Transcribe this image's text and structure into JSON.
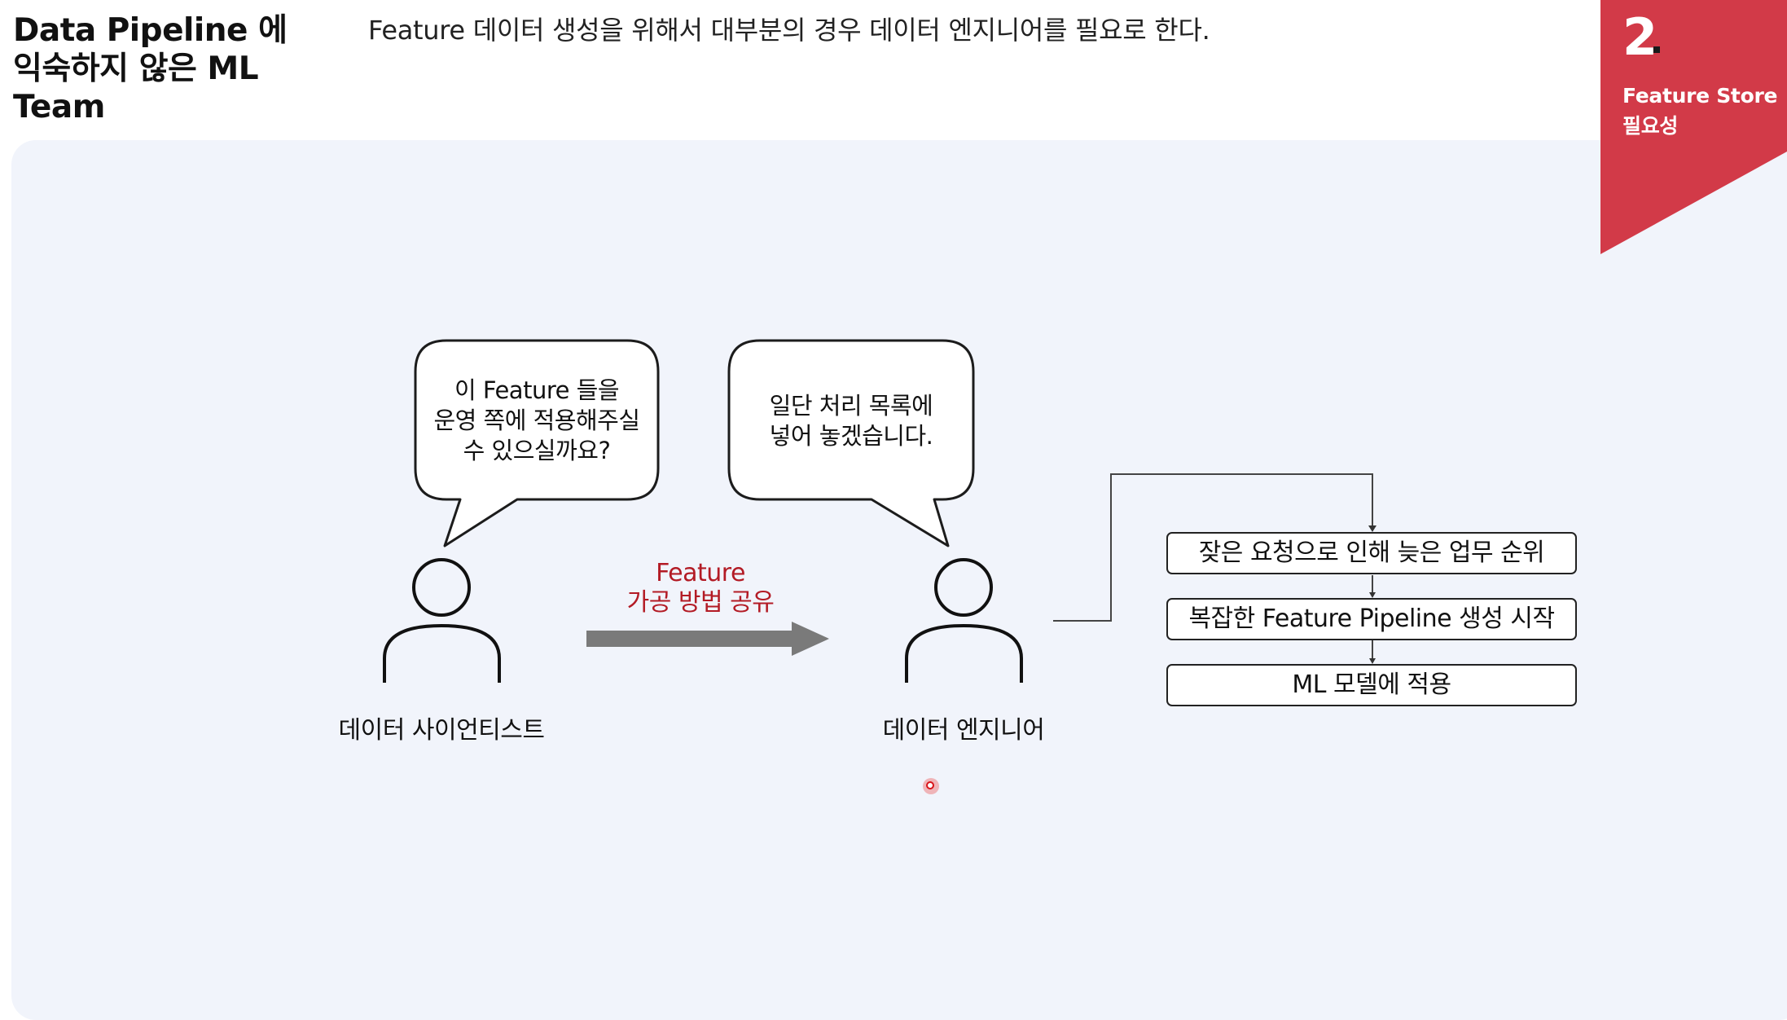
{
  "header": {
    "title_line1": "Data Pipeline 에",
    "title_line2": "익숙하지 않은 ML Team",
    "subtitle": "Feature 데이터 생성을 위해서 대부분의 경우 데이터 엔지니어를 필요로 한다."
  },
  "section_badge": {
    "number": "2",
    "line1": "Feature Store",
    "line2": "필요성",
    "color": "#d23a48"
  },
  "diagram": {
    "scientist_bubble": {
      "line1": "이 Feature 들을",
      "line2": "운영 쪽에 적용해주실",
      "line3": "수 있으실까요?"
    },
    "engineer_bubble": {
      "line1": "일단 처리 목록에",
      "line2": "넣어 놓겠습니다."
    },
    "scientist_label": "데이터 사이언티스트",
    "engineer_label": "데이터 엔지니어",
    "arrow_label": {
      "line1": "Feature",
      "line2": "가공 방법 공유",
      "color": "#b31b25"
    },
    "steps": [
      "잦은 요청으로 인해 늦은 업무 순위",
      "복잡한 Feature Pipeline 생성 시작",
      "ML 모델에 적용"
    ]
  }
}
